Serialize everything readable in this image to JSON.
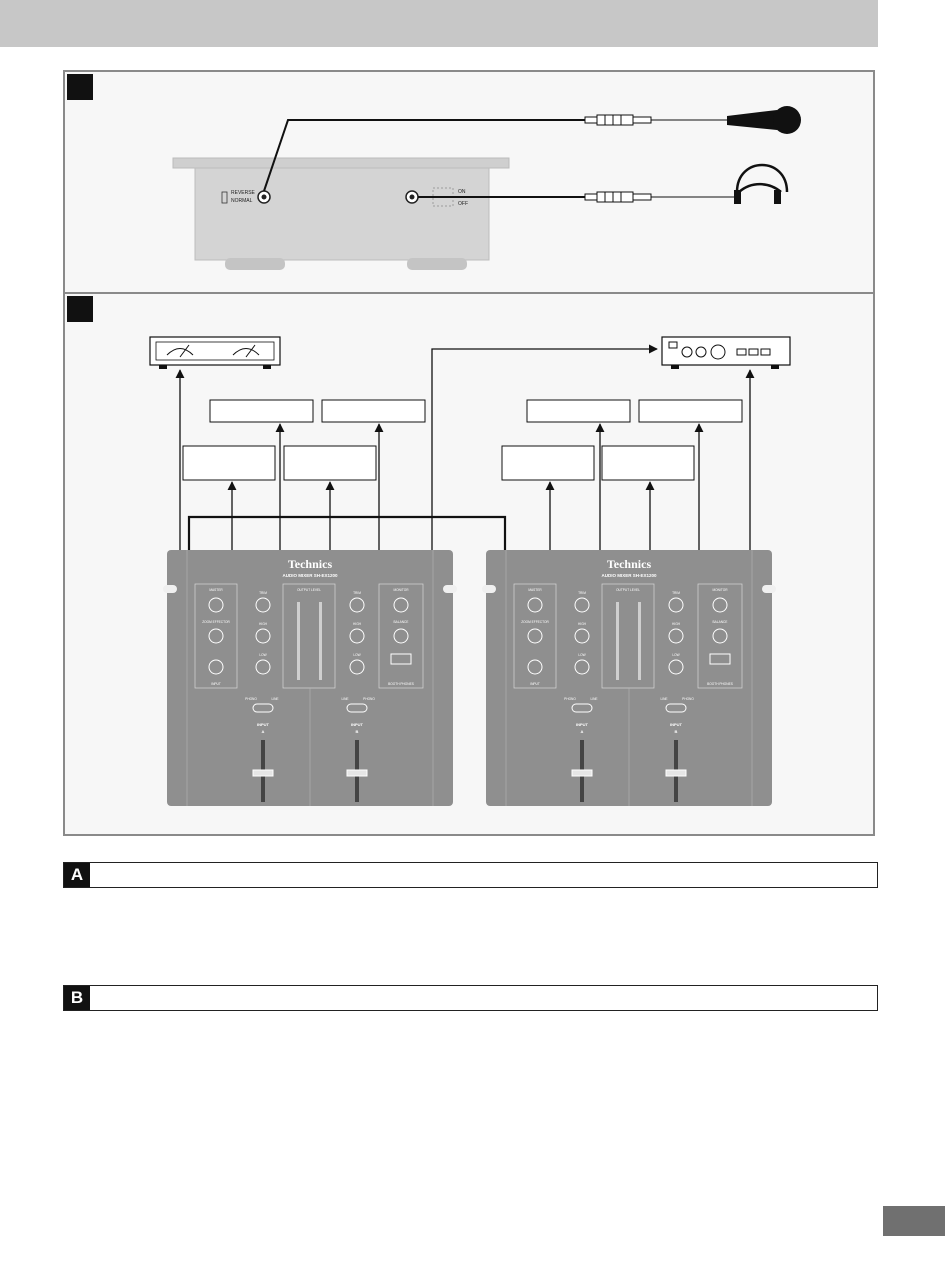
{
  "sections": [
    {
      "badge": "A"
    },
    {
      "badge": "B"
    }
  ],
  "unit_rear": {
    "switch_top_label": "REVERSE",
    "switch_bottom_label": "NORMAL",
    "on_label": "ON",
    "off_label": "OFF"
  },
  "mixer": {
    "brand": "Technics",
    "model": "AUDIO MIXER SH-EX1200",
    "left_panel": {
      "top": "MASTER",
      "middle": "ZOOM EFFECTOR",
      "bottom": "INPUT"
    },
    "right_panel": {
      "top": "MONITOR",
      "middle": "BALANCE",
      "bottom": "BOOTH PHONES"
    },
    "knob_labels": [
      "TRIM",
      "HIGH",
      "LOW"
    ],
    "meter_label": "OUTPUT LEVEL",
    "channel_a": {
      "name": "INPUT",
      "letter": "A"
    },
    "channel_b": {
      "name": "INPUT",
      "letter": "B"
    },
    "switch_a": [
      "PHONO",
      "LINE"
    ],
    "switch_b": [
      "LINE",
      "PHONO"
    ]
  },
  "colors": {
    "panel": "#8f8f8f",
    "panel_dark": "#6e6e6e",
    "housing": "#cfcfcf",
    "frame": "#8a8a8a"
  }
}
